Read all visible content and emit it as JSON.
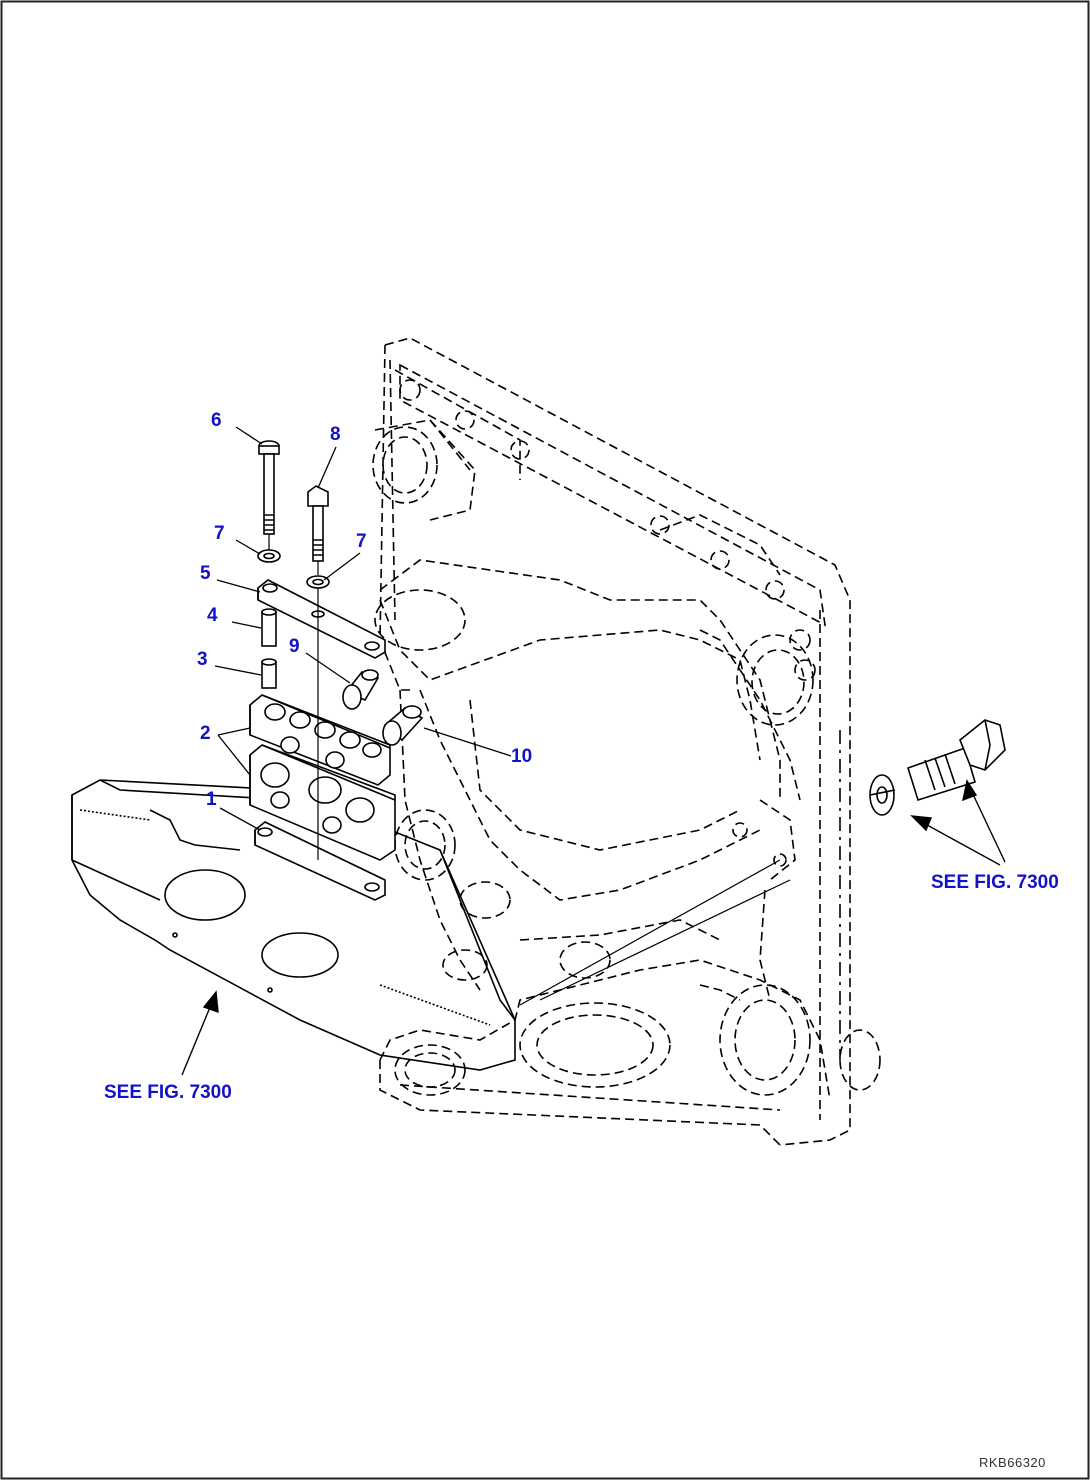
{
  "callouts": {
    "c1": "1",
    "c2": "2",
    "c3": "3",
    "c4": "4",
    "c5": "5",
    "c6": "6",
    "c7a": "7",
    "c7b": "7",
    "c8": "8",
    "c9": "9",
    "c10": "10"
  },
  "references": {
    "left": "SEE FIG. 7300",
    "right": "SEE FIG. 7300"
  },
  "drawing_id": "RKB66320",
  "colors": {
    "callout": "#1212c8",
    "line": "#000000",
    "border": "#222222",
    "background": "#ffffff"
  }
}
